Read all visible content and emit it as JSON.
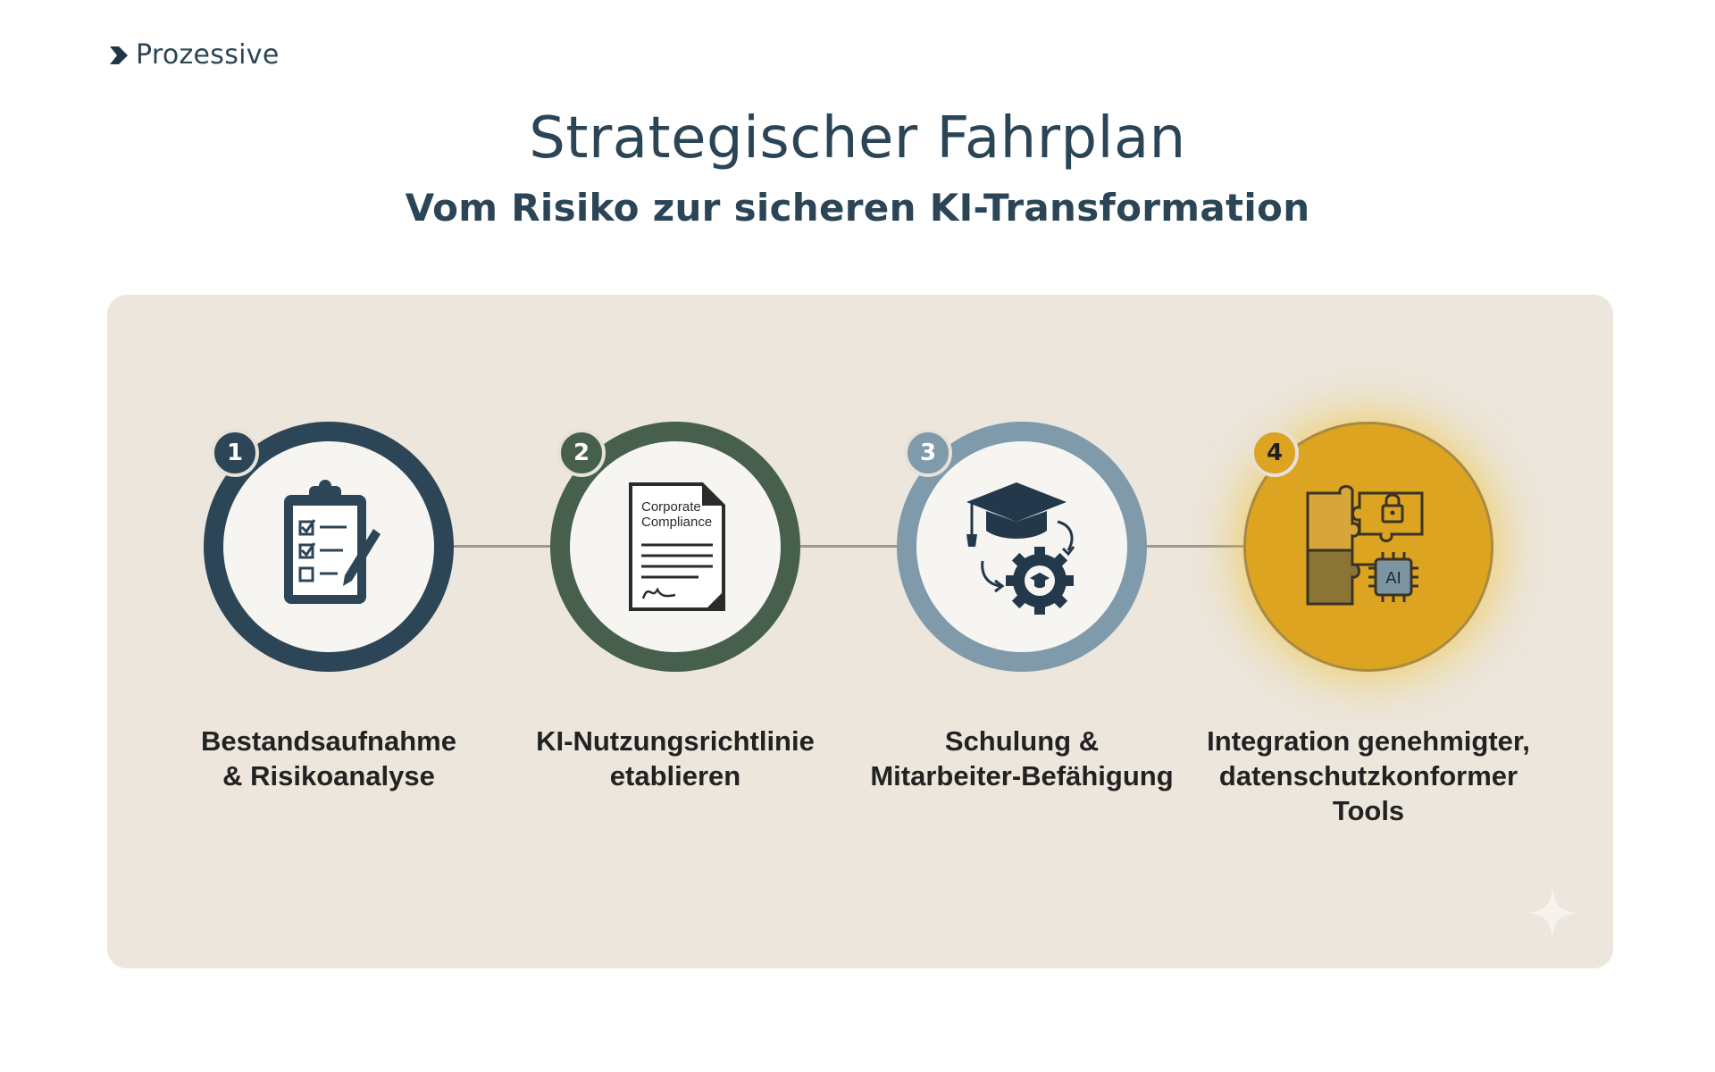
{
  "brand": {
    "name": "Prozessive",
    "icon": "chevron-logo-icon"
  },
  "title": "Strategischer Fahrplan",
  "subtitle": "Vom Risiko zur sicheren KI-Transformation",
  "colors": {
    "primary_text": "#2b4556",
    "panel_bg": "#ece6dc",
    "step1": "#2d4657",
    "step2": "#47604e",
    "step3": "#7f9aab",
    "step4": "#dca420",
    "connector": "#9a9a92"
  },
  "steps": [
    {
      "number": "1",
      "label": "Bestandsaufnahme\n& Risikoanalyse",
      "icon": "clipboard-checklist-icon"
    },
    {
      "number": "2",
      "label": "KI-Nutzungsrichtlinie\netablieren",
      "icon": "compliance-document-icon",
      "icon_text_line1": "Corporate",
      "icon_text_line2": "Compliance"
    },
    {
      "number": "3",
      "label": "Schulung &\nMitarbeiter-Befähigung",
      "icon": "graduation-gear-icon"
    },
    {
      "number": "4",
      "label": "Integration genehmigter,\ndatenschutzkonformer\nTools",
      "icon": "puzzle-ai-lock-icon",
      "icon_text": "AI"
    }
  ],
  "decoration": {
    "icon": "sparkle-icon"
  }
}
